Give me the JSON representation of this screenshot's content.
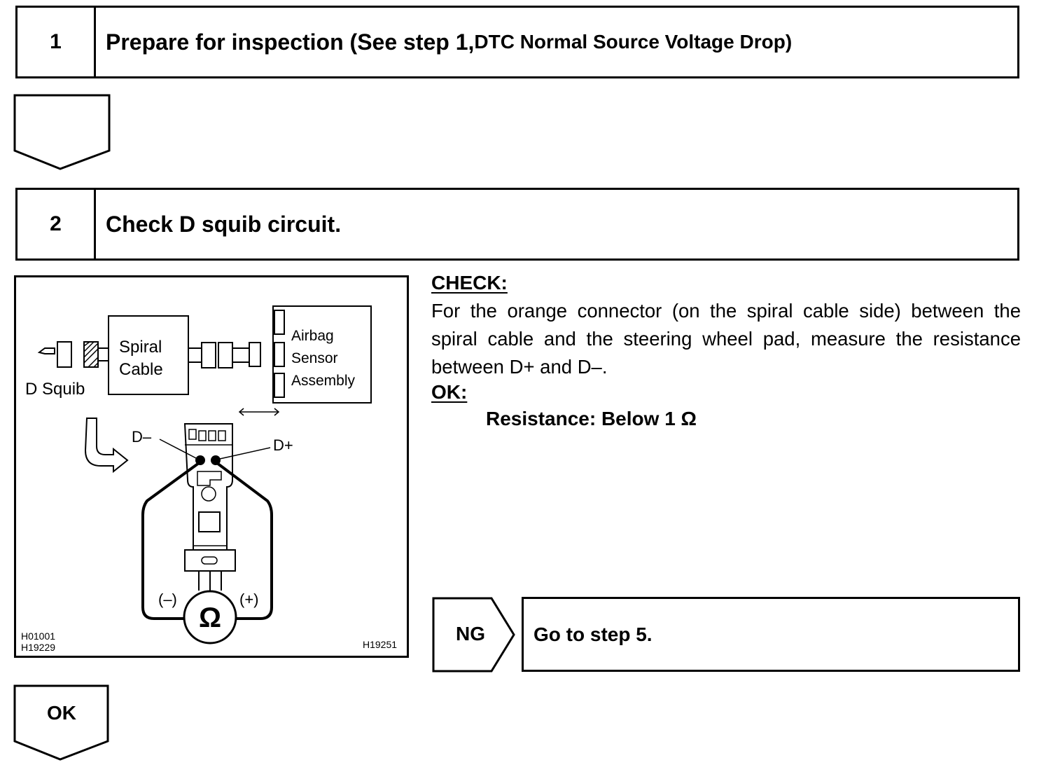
{
  "steps": [
    {
      "number": "1",
      "title_main": "Prepare for inspection (See step 1, ",
      "title_small": "DTC Normal Source Voltage Drop)"
    },
    {
      "number": "2",
      "title_main": "Check D squib circuit.",
      "title_small": ""
    }
  ],
  "figure": {
    "labels": {
      "spiral_line1": "Spiral",
      "spiral_line2": "Cable",
      "airbag_line1": "Airbag",
      "airbag_line2": "Sensor",
      "airbag_line3": "Assembly",
      "d_squib": "D Squib",
      "d_minus": "D–",
      "d_plus": "D+",
      "minus": "(–)",
      "plus": "(+)",
      "ohm": "Ω"
    },
    "codes": {
      "left_1": "H01001",
      "left_2": "H19229",
      "right": "H19251"
    }
  },
  "check": {
    "heading": "CHECK:",
    "text": "For the orange connector (on the spiral cable side) between the spiral cable and the steering wheel pad, measure the resistance between D+ and D–."
  },
  "ok": {
    "heading": "OK:",
    "spec": "Resistance: Below 1 Ω"
  },
  "ng": {
    "label": "NG",
    "action": "Go to step 5."
  },
  "ok_flow": {
    "label": "OK"
  }
}
